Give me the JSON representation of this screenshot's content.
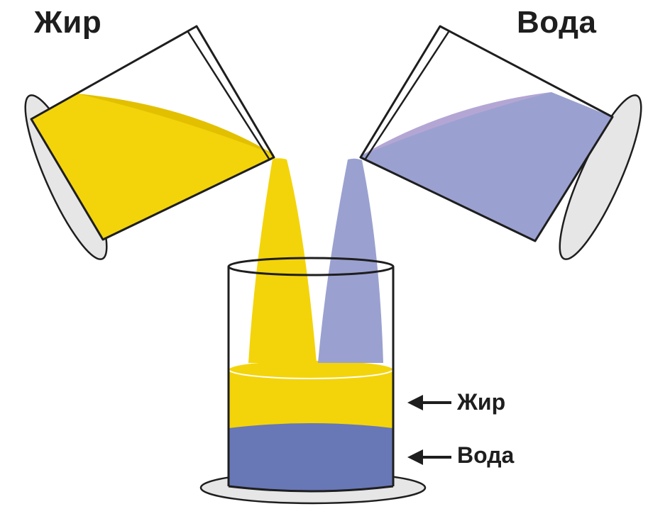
{
  "titles": {
    "left": "Жир",
    "right": "Вода"
  },
  "layers": {
    "top": "Жир",
    "bottom": "Вода"
  },
  "colors": {
    "fat": "#f3d40a",
    "fat_dark": "#e2c000",
    "water_pour": "#9aa1d0",
    "water_layer": "#6877b5",
    "outline": "#1e1e1e",
    "base_gray": "#e6e6e6"
  }
}
